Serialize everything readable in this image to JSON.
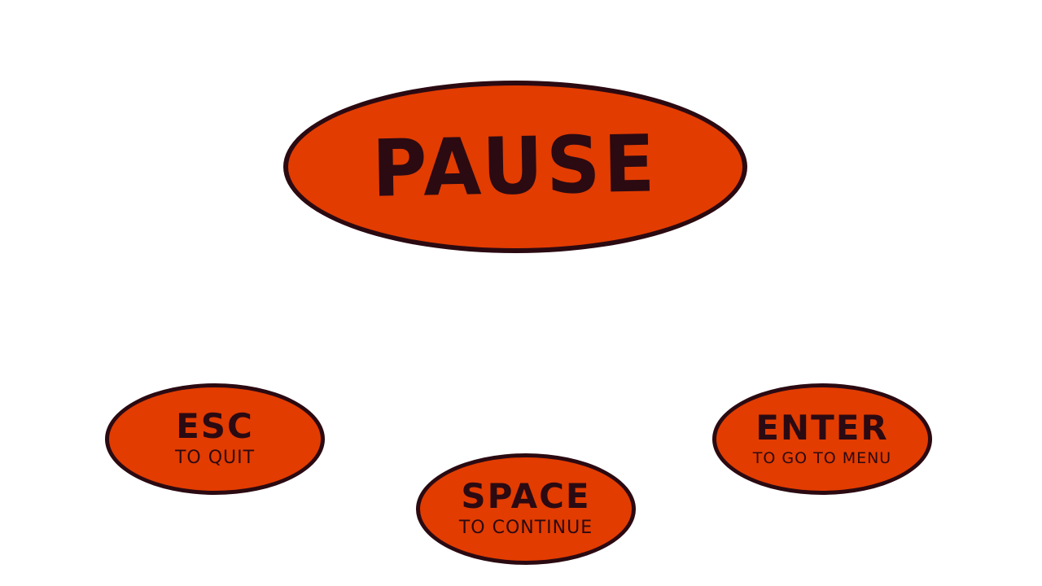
{
  "title": "PAUSE",
  "options": {
    "esc": {
      "key": "ESC",
      "action": "TO QUIT"
    },
    "space": {
      "key": "SPACE",
      "action": "TO CONTINUE"
    },
    "enter": {
      "key": "ENTER",
      "action": "TO GO TO MENU"
    }
  },
  "colors": {
    "background": "#ffffff",
    "oval_fill": "#e23c00",
    "outline_and_text": "#2b0a12"
  }
}
